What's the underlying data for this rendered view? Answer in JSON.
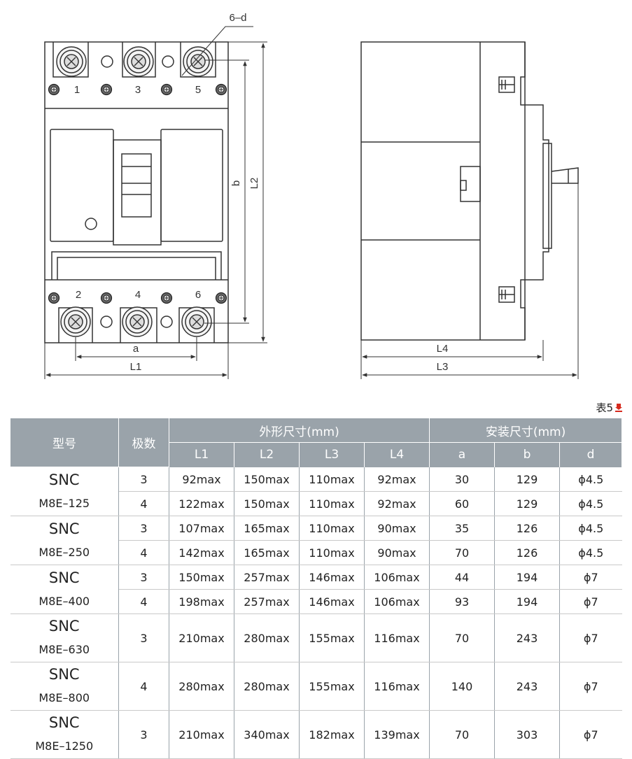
{
  "drawing": {
    "front_view": {
      "terminal_top_labels": [
        "1",
        "3",
        "5"
      ],
      "terminal_bottom_labels": [
        "2",
        "4",
        "6"
      ],
      "dim_hole_label": "6–d",
      "dim_b_label": "b",
      "dim_L2_label": "L2",
      "dim_a_label": "a",
      "dim_L1_label": "L1"
    },
    "side_view": {
      "dim_L4_label": "L4",
      "dim_L3_label": "L3"
    }
  },
  "table_caption": "表5",
  "table": {
    "header": {
      "model": "型号",
      "poles": "极数",
      "outline_group": "外形尺寸(mm)",
      "install_group": "安装尺寸(mm)",
      "outline_cols": [
        "L1",
        "L2",
        "L3",
        "L4"
      ],
      "install_cols": [
        "a",
        "b",
        "d"
      ]
    },
    "rows": [
      {
        "model_prefix": "SNC",
        "model_suffix": "M8E–125",
        "poles": "3",
        "L1": "92max",
        "L2": "150max",
        "L3": "110max",
        "L4": "92max",
        "a": "30",
        "b": "129",
        "d": "ϕ4.5"
      },
      {
        "model_prefix": "",
        "model_suffix": "",
        "poles": "4",
        "L1": "122max",
        "L2": "150max",
        "L3": "110max",
        "L4": "92max",
        "a": "60",
        "b": "129",
        "d": "ϕ4.5"
      },
      {
        "model_prefix": "SNC",
        "model_suffix": "M8E–250",
        "poles": "3",
        "L1": "107max",
        "L2": "165max",
        "L3": "110max",
        "L4": "90max",
        "a": "35",
        "b": "126",
        "d": "ϕ4.5"
      },
      {
        "model_prefix": "",
        "model_suffix": "",
        "poles": "4",
        "L1": "142max",
        "L2": "165max",
        "L3": "110max",
        "L4": "90max",
        "a": "70",
        "b": "126",
        "d": "ϕ4.5"
      },
      {
        "model_prefix": "SNC",
        "model_suffix": "M8E–400",
        "poles": "3",
        "L1": "150max",
        "L2": "257max",
        "L3": "146max",
        "L4": "106max",
        "a": "44",
        "b": "194",
        "d": "ϕ7"
      },
      {
        "model_prefix": "",
        "model_suffix": "",
        "poles": "4",
        "L1": "198max",
        "L2": "257max",
        "L3": "146max",
        "L4": "106max",
        "a": "93",
        "b": "194",
        "d": "ϕ7"
      },
      {
        "model_prefix": "SNC",
        "model_suffix": "M8E–630",
        "poles": "3",
        "L1": "210max",
        "L2": "280max",
        "L3": "155max",
        "L4": "116max",
        "a": "70",
        "b": "243",
        "d": "ϕ7"
      },
      {
        "model_prefix": "SNC",
        "model_suffix": "M8E–800",
        "poles": "4",
        "L1": "280max",
        "L2": "280max",
        "L3": "155max",
        "L4": "116max",
        "a": "140",
        "b": "243",
        "d": "ϕ7"
      },
      {
        "model_prefix": "SNC",
        "model_suffix": "M8E–1250",
        "poles": "3",
        "L1": "210max",
        "L2": "340max",
        "L3": "182max",
        "L4": "139max",
        "a": "70",
        "b": "303",
        "d": "ϕ7"
      }
    ]
  }
}
